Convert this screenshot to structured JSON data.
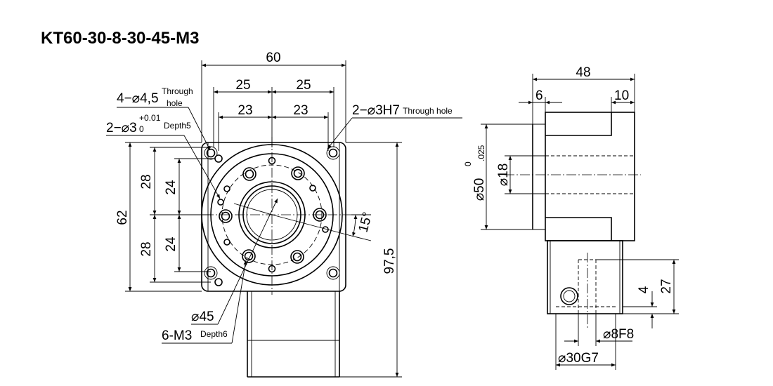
{
  "title": "KT60-30-8-30-45-M3",
  "front_view": {
    "dim_60": "60",
    "dim_25_left": "25",
    "dim_25_right": "25",
    "dim_23_left": "23",
    "dim_23_right": "23",
    "dim_62": "62",
    "dim_28_top": "28",
    "dim_28_bottom": "28",
    "dim_24_top": "24",
    "dim_24_bottom": "24",
    "dim_97_5": "97,5",
    "dim_angle": "15°",
    "callout_mount_holes": "4−⌀4,5",
    "callout_mount_holes_note_1": "Through",
    "callout_mount_holes_note_2": "hole",
    "callout_pin_holes": "2−⌀3",
    "callout_pin_tol_upper": "+0.01",
    "callout_pin_tol_lower": "0",
    "callout_pin_depth": "Depth5",
    "callout_h7_holes": "2−⌀3H7",
    "callout_h7_note": "Through hole",
    "callout_pcd": "⌀45",
    "callout_thread": "6-M3",
    "callout_thread_depth": "Depth6"
  },
  "side_view": {
    "dim_48": "48",
    "dim_6": "6",
    "dim_10": "10",
    "dim_50": "⌀50",
    "dim_50_tol_upper": "0",
    "dim_50_tol_lower": ".025",
    "dim_18": "⌀18",
    "dim_4": "4",
    "dim_27": "27",
    "dim_8f8": "⌀8F8",
    "dim_30g7": "⌀30G7"
  }
}
